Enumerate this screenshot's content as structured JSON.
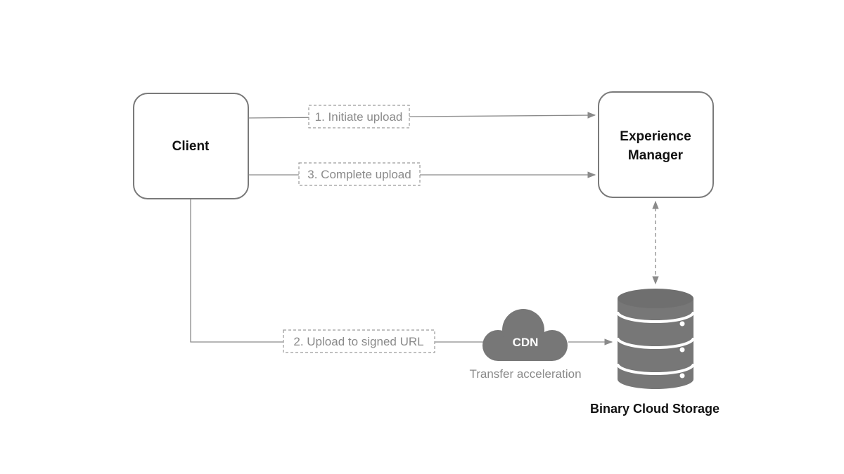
{
  "nodes": {
    "client": {
      "label": "Client"
    },
    "experience_manager": {
      "line1": "Experience",
      "line2": "Manager"
    },
    "cdn": {
      "label": "CDN",
      "caption": "Transfer acceleration"
    },
    "storage": {
      "label": "Binary Cloud Storage"
    }
  },
  "steps": {
    "initiate": "1. Initiate upload",
    "upload": "2. Upload to signed URL",
    "complete": "3. Complete upload"
  },
  "colors": {
    "line": "#8a8a8a",
    "icon_fill": "#777777",
    "box_border": "#7a7a7a"
  }
}
